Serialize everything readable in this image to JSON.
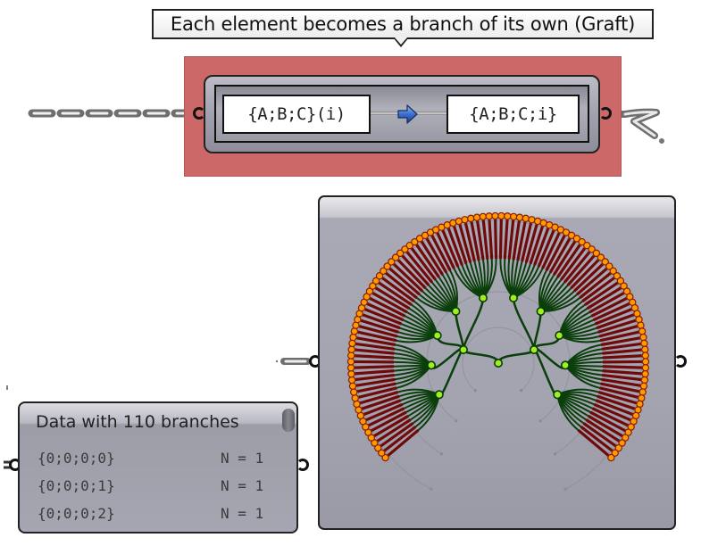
{
  "tooltip": {
    "text": "Each element becomes a branch of its own (Graft)"
  },
  "graft_component": {
    "input_label": "{A;B;C}(i)",
    "output_label": "{A;B;C;i}",
    "arrow_icon": "right-arrow-icon",
    "highlight_color": "#cd6868",
    "arrow_color": "#3a6fd0"
  },
  "param_panel": {
    "title": "Data with 110 branches",
    "rows": [
      {
        "path": "{0;0;0;0}",
        "count": "N = 1"
      },
      {
        "path": "{0;0;0;1}",
        "count": "N = 1"
      },
      {
        "path": "{0;0;0;2}",
        "count": "N = 1"
      }
    ]
  },
  "tree_viewer": {
    "branch_count": 110,
    "structure": {
      "level1": 2,
      "level2_per_level1": 5,
      "leaves_per_level2": 11
    },
    "colors": {
      "node_fill": "#a0f020",
      "node_stroke": "#0a3a0a",
      "branch": "#0a3e0a",
      "leaf_spoke": "#6e0a0a",
      "leaf_fill": "#ff9a00",
      "leaf_stroke": "#8a1a00",
      "guide_arc": "#8a8a94"
    }
  }
}
